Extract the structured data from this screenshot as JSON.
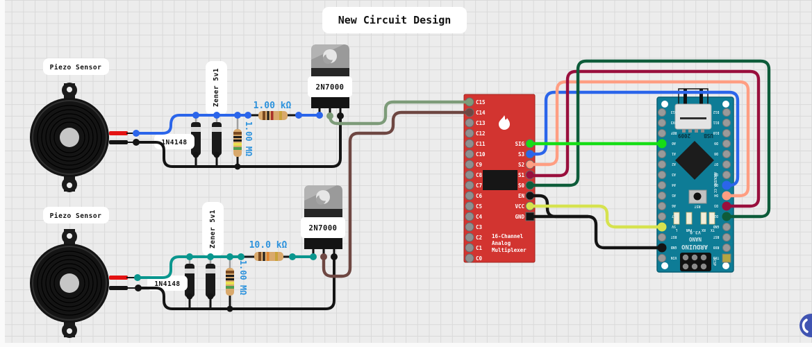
{
  "title": "New Circuit Design",
  "piezo1_label": "Piezo Sensor",
  "piezo2_label": "Piezo Sensor",
  "circuit1": {
    "diode": "1N4148",
    "zener": "Zener 5v1",
    "series_resistor": "1.00 kΩ",
    "pulldown_resistor": "1.00 MΩ",
    "mosfet": "2N7000"
  },
  "circuit2": {
    "diode": "1N4148",
    "zener": "Zener 5v1",
    "series_resistor": "10.0 kΩ",
    "pulldown_resistor": "1.00 MΩ",
    "mosfet": "2N7000"
  },
  "mux": {
    "left_pins": [
      "C15",
      "C14",
      "C13",
      "C12",
      "C11",
      "C10",
      "C9",
      "C8",
      "C7",
      "C6",
      "C5",
      "C4",
      "C3",
      "C2",
      "C1",
      "C0"
    ],
    "right_pins": [
      "SIG",
      "S3",
      "S2",
      "S1",
      "S0",
      "EN",
      "VCC",
      "GND"
    ],
    "caption": [
      "16-Channel",
      "Analog",
      "Multiplexer"
    ]
  },
  "nano": {
    "usb_year": "2009",
    "usb_label": "USB",
    "left_pins": [
      "D13",
      "3V3",
      "REF",
      "A0",
      "A1",
      "A2",
      "A3",
      "A4",
      "A5",
      "A6",
      "A7",
      "5V",
      "RST",
      "GND",
      "VIN"
    ],
    "right_pins": [
      "D12",
      "D11",
      "D10",
      "D9",
      "D8",
      "D7",
      "D6",
      "D5",
      "D4",
      "D3",
      "D2",
      "GND",
      "RST",
      "RX0",
      "TX1"
    ],
    "leds": [
      "L",
      "PWR",
      "RX",
      "TX"
    ],
    "reset_label": "RST",
    "brand": [
      "V3.0",
      "NANO",
      "ARDUINO"
    ],
    "side_label": "ARDUINO.CC",
    "icsp_label": "ICSP"
  },
  "colors": {
    "wire_blue": "#2b65ea",
    "wire_teal": "#0a968e",
    "wire_green_bright": "#16dd16",
    "wire_green_sage": "#7d9b79",
    "wire_green_dark": "#0e5c3a",
    "wire_maroon": "#990f3d",
    "wire_brown": "#6e4742",
    "wire_salmon": "#ff9e82",
    "wire_yellow": "#d6e24f",
    "wire_black": "#141414",
    "wire_red": "#e31212",
    "board_red": "#d23430",
    "board_teal": "#0e7c96",
    "value_text": "#2e93dd",
    "fab_blue": "#4054b2"
  }
}
